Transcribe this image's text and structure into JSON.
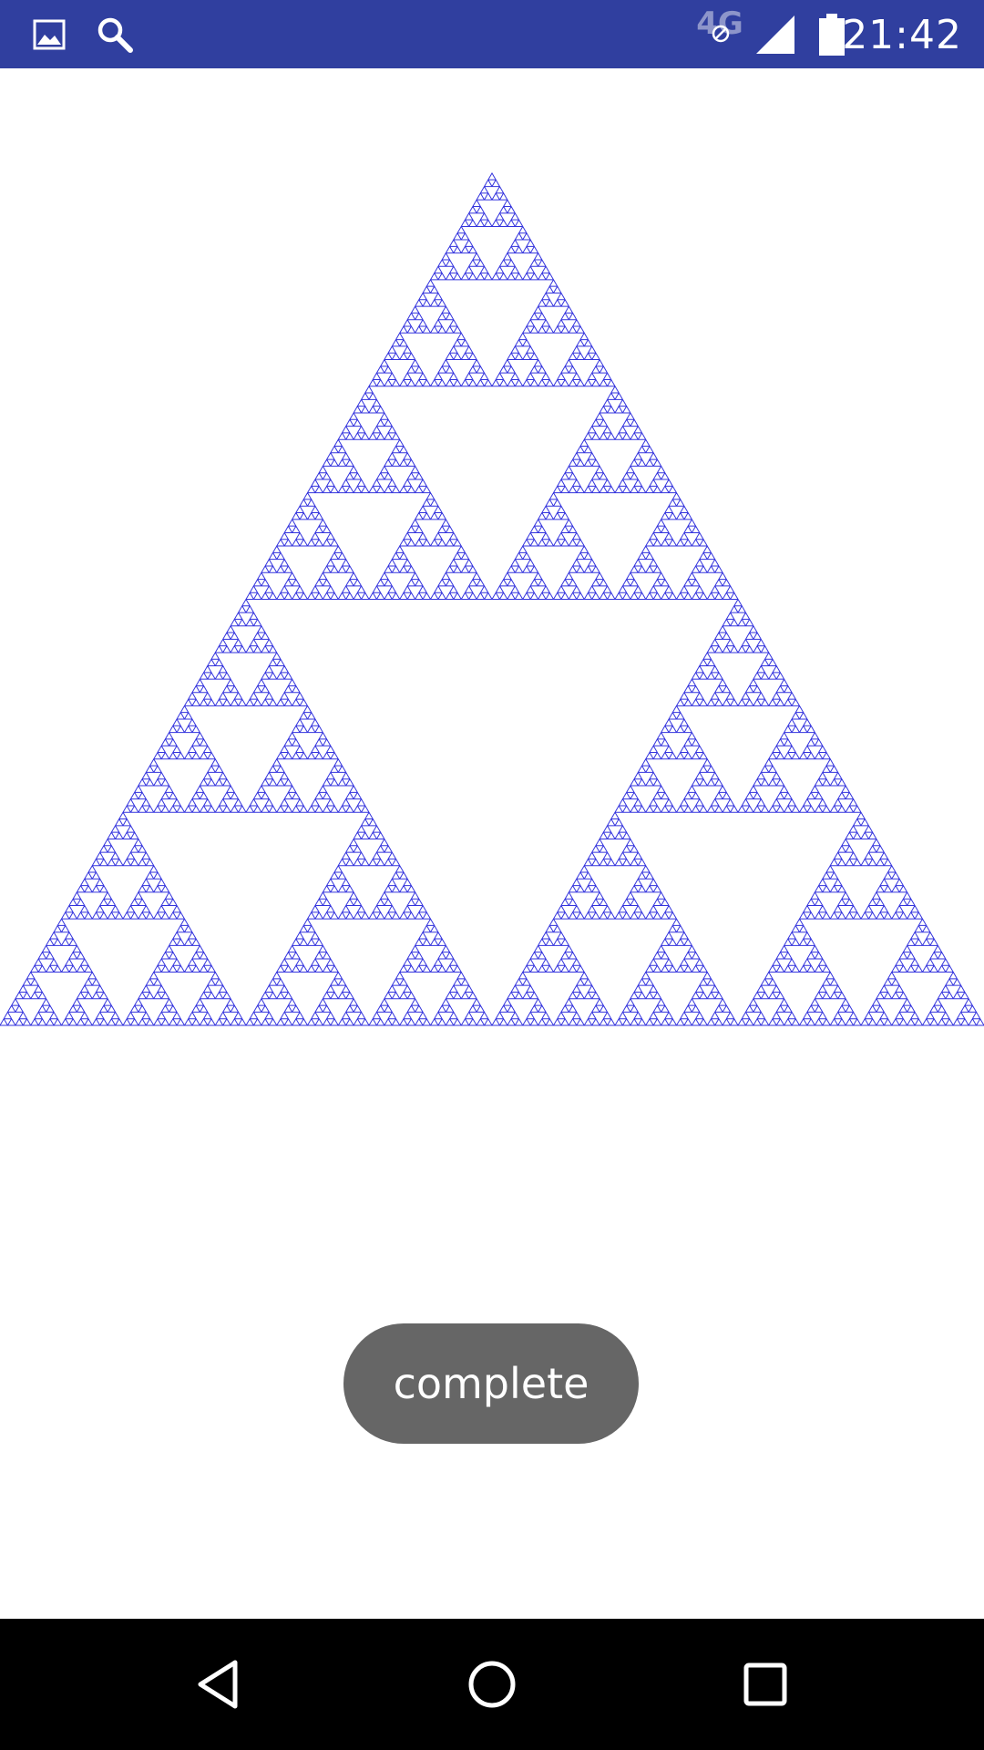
{
  "status_bar": {
    "background_color": "#303f9f",
    "left_icons": [
      "gallery-icon",
      "search-icon"
    ],
    "network_label": "4G",
    "right_icons": [
      "network-disabled-icon",
      "signal-icon",
      "battery-icon"
    ],
    "time": "21:42"
  },
  "canvas": {
    "content": "sierpinski-triangle",
    "stroke_color": "#3333dd",
    "recursion_depth": 7
  },
  "toast": {
    "text": "complete"
  },
  "nav_bar": {
    "buttons": [
      "back-icon",
      "home-icon",
      "recents-icon"
    ]
  }
}
